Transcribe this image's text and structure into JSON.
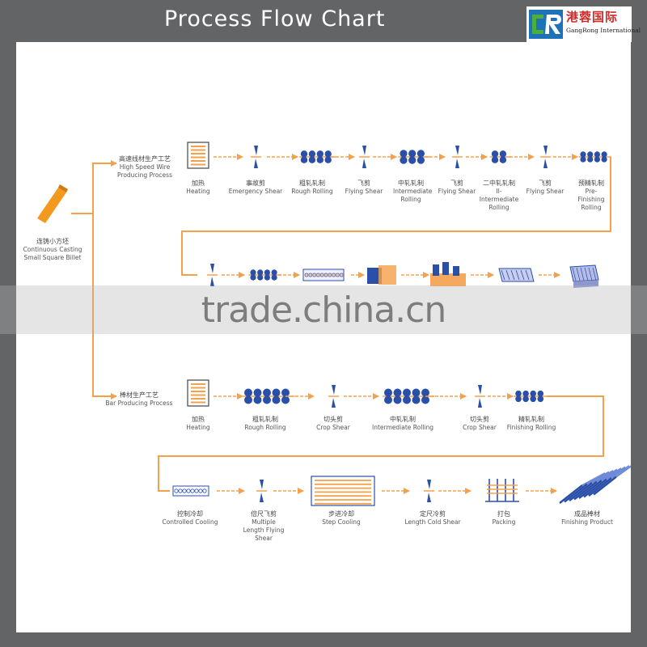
{
  "header": {
    "title": "Process Flow Chart"
  },
  "logo": {
    "chinese": "港蓉国际",
    "english": "GangRong International"
  },
  "start": {
    "zh": "连铸小方坯",
    "en1": "Continuous Casting",
    "en2": "Small Square Billet"
  },
  "wire": {
    "zh": "高速线材生产工艺",
    "en1": "High Speed Wire",
    "en2": "Producing Process",
    "steps": [
      {
        "zh": "加热",
        "en": "Heating"
      },
      {
        "zh": "事故剪",
        "en": "Emergency Shear"
      },
      {
        "zh": "粗轧轧制",
        "en": "Rough Rolling"
      },
      {
        "zh": "飞剪",
        "en": "Flying Shear"
      },
      {
        "zh": "中轧轧制",
        "en": "Intermediate Rolling"
      },
      {
        "zh": "飞剪",
        "en": "Flying Shear"
      },
      {
        "zh": "二中轧轧制",
        "en": "II-Intermediate Rolling"
      },
      {
        "zh": "飞剪",
        "en": "Flying Shear"
      },
      {
        "zh": "预精轧制",
        "en": "Pre-Finishing Rolling"
      }
    ]
  },
  "bar": {
    "zh": "棒材生产工艺",
    "en": "Bar Producing Process",
    "steps": [
      {
        "zh": "加热",
        "en": "Heating"
      },
      {
        "zh": "粗轧轧制",
        "en": "Rough Rolling"
      },
      {
        "zh": "切头剪",
        "en": "Crop Shear"
      },
      {
        "zh": "中轧轧制",
        "en": "Intermediate Rolling"
      },
      {
        "zh": "切头剪",
        "en": "Crop Shear"
      },
      {
        "zh": "精轧轧制",
        "en": "Finishing Rolling"
      }
    ],
    "steps2": [
      {
        "zh": "控制冷却",
        "en": "Controlled Cooling"
      },
      {
        "zh": "倍尺飞剪",
        "en": "Multiple Length Flying Shear"
      },
      {
        "zh": "步进冷却",
        "en": "Step Cooling"
      },
      {
        "zh": "定尺冷剪",
        "en": "Length Cold Shear"
      },
      {
        "zh": "打包",
        "en": "Packing"
      },
      {
        "zh": "成品棒材",
        "en": "Finishing Product"
      }
    ]
  },
  "watermark": "trade.china.cn",
  "colors": {
    "orange": "#f5a04a",
    "blue": "#2a4fa8",
    "bg": "#636466",
    "billet": "#f39a1e"
  }
}
